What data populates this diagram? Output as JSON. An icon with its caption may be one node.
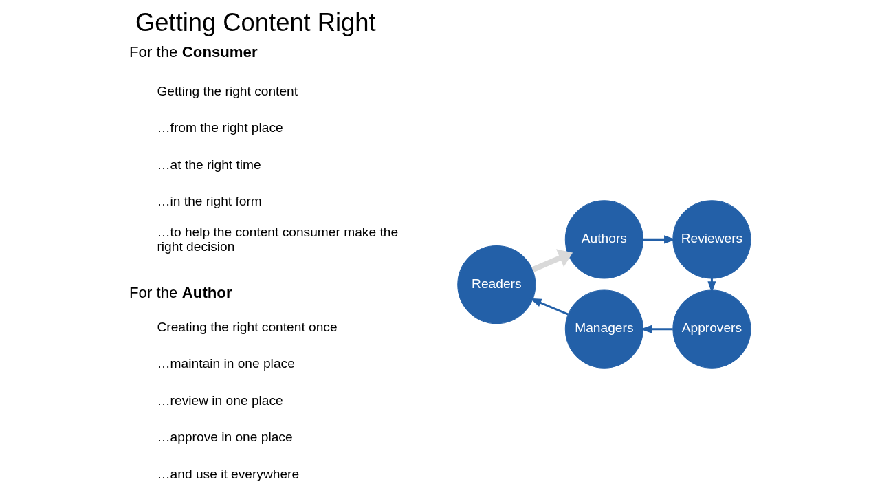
{
  "diagram": {
    "title": "Getting Content Right",
    "nodes": [
      {
        "text": [
          "Authors"
        ]
      },
      {
        "text": [
          "Reviewers"
        ]
      },
      {
        "text": [
          "Approvers"
        ]
      },
      {
        "text": [
          "Managers"
        ]
      },
      {
        "text": [
          "Readers"
        ]
      }
    ],
    "edges": [
      {
        "from": 0,
        "to": 1,
        "arrow": "to"
      },
      {
        "from": 1,
        "to": 2,
        "arrow": "to"
      },
      {
        "from": 2,
        "to": 3,
        "arrow": "to"
      },
      {
        "from": 3,
        "to": 4,
        "arrow": "to"
      },
      {
        "from": 4,
        "to": 0,
        "arrow": "to",
        "style": "thick",
        "color": "#d9d9d9"
      }
    ],
    "labels": [
      "For the **Consumer**",
      "Getting the right content",
      "…from the right place",
      "…at the right time",
      "…in the right form",
      "…to help the content consumer make the right decision",
      "For the **Author**",
      "Creating the right content once",
      "…maintain in one place",
      "…review in one place",
      "…approve in one place",
      "…and use it everywhere"
    ]
  }
}
